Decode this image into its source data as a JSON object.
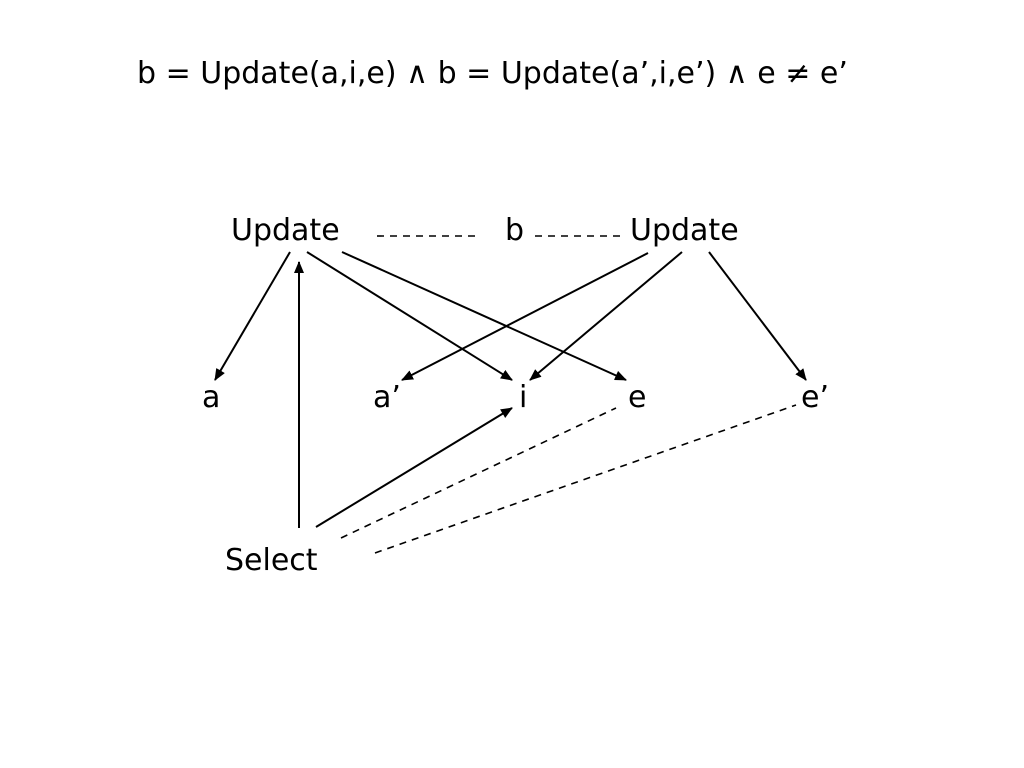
{
  "formula": "b = Update(a,i,e) ∧ b = Update(a’,i,e’) ∧ e ≠ e’",
  "nodes": {
    "update_left": "Update",
    "b": "b",
    "update_right": "Update",
    "a": "a",
    "a_prime": "a’",
    "i": "i",
    "e": "e",
    "e_prime": "e’",
    "select": "Select"
  },
  "edges": [
    {
      "from": "update_left",
      "to": "a",
      "style": "arrow"
    },
    {
      "from": "update_left",
      "to": "i",
      "style": "arrow"
    },
    {
      "from": "update_left",
      "to": "e",
      "style": "arrow"
    },
    {
      "from": "update_right",
      "to": "a_prime",
      "style": "arrow"
    },
    {
      "from": "update_right",
      "to": "i",
      "style": "arrow"
    },
    {
      "from": "update_right",
      "to": "e_prime",
      "style": "arrow"
    },
    {
      "from": "select",
      "to": "update_left",
      "style": "arrow"
    },
    {
      "from": "select",
      "to": "i",
      "style": "arrow"
    },
    {
      "from": "update_left",
      "to": "b",
      "style": "dashed"
    },
    {
      "from": "b",
      "to": "update_right",
      "style": "dashed"
    },
    {
      "from": "select",
      "to": "e",
      "style": "dashed"
    },
    {
      "from": "select",
      "to": "e_prime",
      "style": "dashed"
    }
  ],
  "colors": {
    "ink": "#000000",
    "background": "#ffffff"
  }
}
